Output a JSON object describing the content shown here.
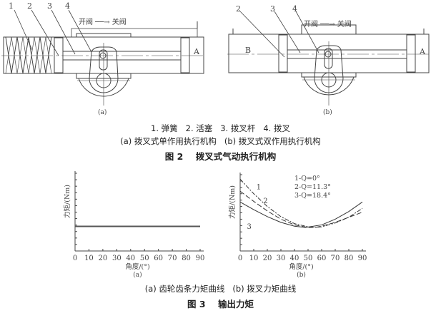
{
  "figure2": {
    "a": {
      "labels": [
        "1",
        "2",
        "3",
        "4"
      ],
      "direction": "开阀 ──→ 关阀",
      "chamber_a": "A",
      "sublabel": "(a)"
    },
    "b": {
      "labels": [
        "2",
        "3",
        "4"
      ],
      "direction": "开阀 ──→ 关阀",
      "chamber_a": "A",
      "chamber_b": "B",
      "sublabel": "(b)"
    },
    "legend": "1. 弹簧   2. 活塞   3. 拨叉杆   4. 拨叉",
    "subcaption": "(a) 拨叉式单作用执行机构   (b) 拨叉式双作用执行机构",
    "title": "图 2    拨叉式气动执行机构"
  },
  "figure3": {
    "subcaption": "(a) 齿轮齿条力矩曲线   (b) 拨叉力矩曲线",
    "title": "图 3    输出力矩"
  },
  "chart_data": [
    {
      "type": "line",
      "sublabel": "(a)",
      "xlabel": "角度/(°)",
      "ylabel": "力矩/(Nm)",
      "xlim": [
        0,
        90
      ],
      "ylim": [
        0,
        12
      ],
      "xticks": [
        "0",
        "10",
        "20",
        "30",
        "40",
        "50",
        "60",
        "70",
        "80",
        "90"
      ],
      "series": [
        {
          "name": "rack-pinion",
          "x": [
            0,
            90
          ],
          "y": [
            3.8,
            3.8
          ]
        }
      ]
    },
    {
      "type": "line",
      "sublabel": "(b)",
      "xlabel": "角度/(°)",
      "ylabel": "力矩/(Nm)",
      "xlim": [
        0,
        90
      ],
      "ylim": [
        0,
        12
      ],
      "xticks": [
        "0",
        "10",
        "20",
        "30",
        "40",
        "50",
        "60",
        "70",
        "80",
        "90"
      ],
      "legend": [
        "1-Q=0°",
        "2-Q=11.3°",
        "3-Q=18.4°"
      ],
      "series": [
        {
          "name": "1",
          "x": [
            0,
            10,
            20,
            30,
            40,
            50,
            55,
            60,
            70,
            80,
            90
          ],
          "y": [
            11.3,
            9.0,
            7.0,
            5.4,
            4.3,
            3.8,
            3.7,
            3.8,
            4.4,
            5.3,
            6.7
          ]
        },
        {
          "name": "2",
          "x": [
            0,
            10,
            20,
            30,
            40,
            50,
            55,
            60,
            70,
            80,
            90
          ],
          "y": [
            9.4,
            7.8,
            6.3,
            5.0,
            4.1,
            3.7,
            3.7,
            3.9,
            4.5,
            5.3,
            6.1
          ]
        },
        {
          "name": "3",
          "x": [
            0,
            10,
            20,
            30,
            40,
            48,
            60,
            70,
            80,
            90
          ],
          "y": [
            7.7,
            6.5,
            5.4,
            4.5,
            3.9,
            3.7,
            4.1,
            5.0,
            6.2,
            7.7
          ]
        }
      ]
    }
  ]
}
